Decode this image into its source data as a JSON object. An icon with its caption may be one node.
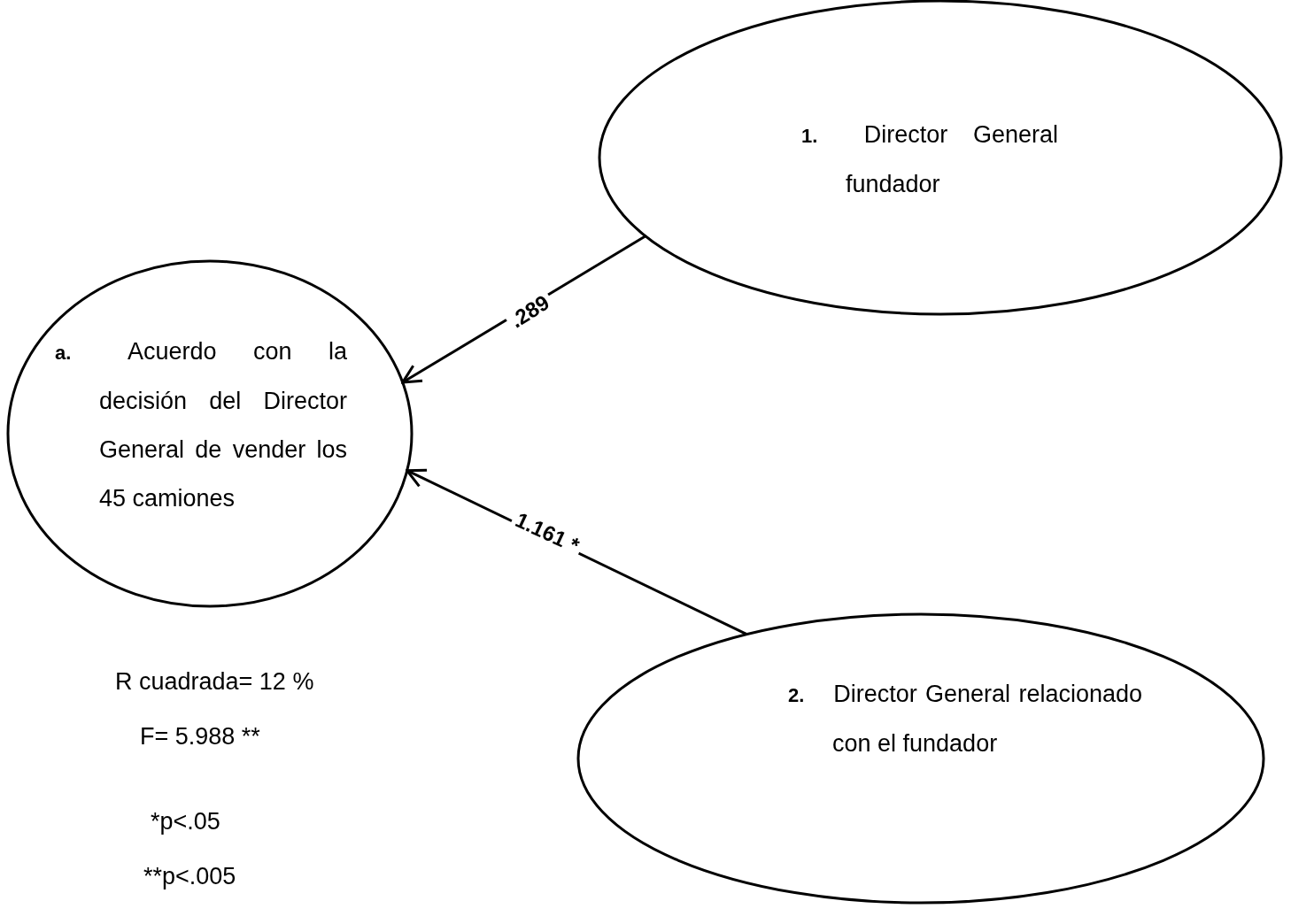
{
  "diagram": {
    "nodes": [
      {
        "text": [
          "**1.** Director General fundador"
        ]
      },
      {
        "text": [
          "**a.** Acuerdo con la decisión del Director General de vender los 45 camiones"
        ]
      },
      {
        "text": [
          "**2.** Director General relacionado con el fundador"
        ]
      }
    ],
    "edges": [
      {
        "from": 0,
        "to": 1,
        "arrow": "to",
        "label": ".289"
      },
      {
        "from": 2,
        "to": 1,
        "arrow": "to",
        "label": "1.161 *"
      }
    ],
    "labels": [
      "R cuadrada= 12 %",
      "F= 5.988 **",
      "*p<.05",
      "**p<.005"
    ]
  }
}
